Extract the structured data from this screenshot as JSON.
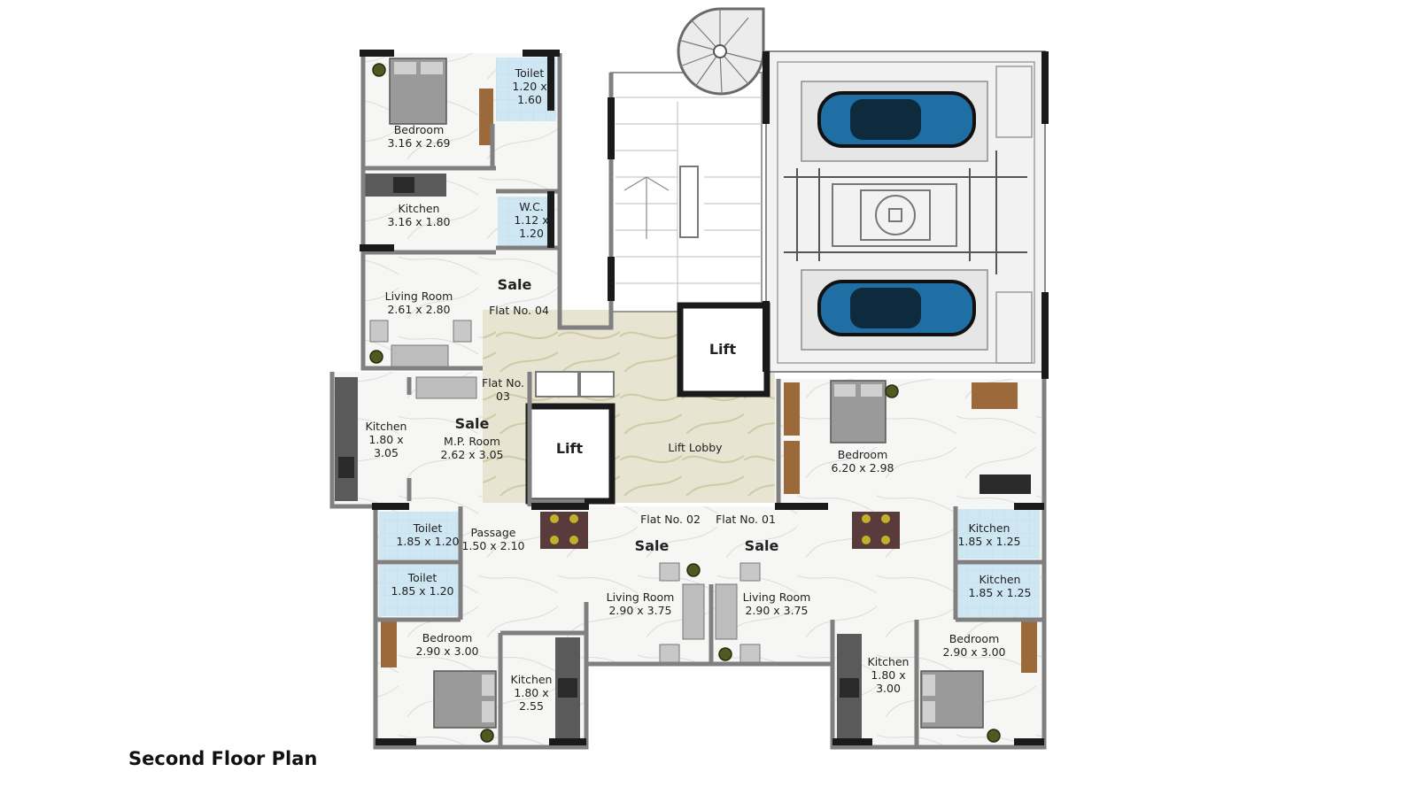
{
  "caption": "Second Floor Plan",
  "rooms": {
    "f4_bedroom": [
      "Bedroom",
      "3.16 x 2.69"
    ],
    "f4_toilet": [
      "Toilet",
      "1.20 x",
      "1.60"
    ],
    "f4_kitchen": [
      "Kitchen",
      "3.16 x 1.80"
    ],
    "f4_wc": [
      "W.C.",
      "1.12 x",
      "1.20"
    ],
    "f4_living": [
      "Living Room",
      "2.61 x 2.80"
    ],
    "f3_kitchen": [
      "Kitchen",
      "1.80 x",
      "3.05"
    ],
    "f3_mp": [
      "M.P. Room",
      "2.62 x 3.05"
    ],
    "f3_toilet1": [
      "Toilet",
      "1.85 x 1.20"
    ],
    "f3_toilet2": [
      "Toilet",
      "1.85 x 1.20"
    ],
    "f3_passage": [
      "Passage",
      "1.50 x 2.10"
    ],
    "f3_bedroom": [
      "Bedroom",
      "2.90 x 3.00"
    ],
    "f3_kitchen2": [
      "Kitchen",
      "1.80 x",
      "2.55"
    ],
    "f2_living": [
      "Living Room",
      "2.90 x 3.75"
    ],
    "f1_living": [
      "Living Room",
      "2.90 x 3.75"
    ],
    "f1_bedroom_big": [
      "Bedroom",
      "6.20 x 2.98"
    ],
    "f1_kitchen1": [
      "Kitchen",
      "1.85 x 1.25"
    ],
    "f1_kitchen2": [
      "Kitchen",
      "1.85 x 1.25"
    ],
    "f1_bedroom": [
      "Bedroom",
      "2.90 x 3.00"
    ],
    "f1_kitchen3": [
      "Kitchen",
      "1.80 x",
      "3.00"
    ]
  },
  "lift_top": "Lift",
  "lift_mid": "Lift",
  "lift_lobby": "Lift Lobby",
  "sale_f4": "Sale",
  "sale_f3": "Sale",
  "sale_f2": "Sale",
  "sale_f1": "Sale",
  "flat04": "Flat No. 04",
  "flat03": [
    "Flat No.",
    "03"
  ],
  "flat02": "Flat No. 02",
  "flat01": "Flat No. 01",
  "colors": {
    "wall": "#1a1a1a",
    "wall_gray": "#808080",
    "toilet": "#cfe6f3",
    "floor": "#f5f5f3",
    "lobby": "#e5e2cc",
    "car": "#1f6fa5"
  }
}
